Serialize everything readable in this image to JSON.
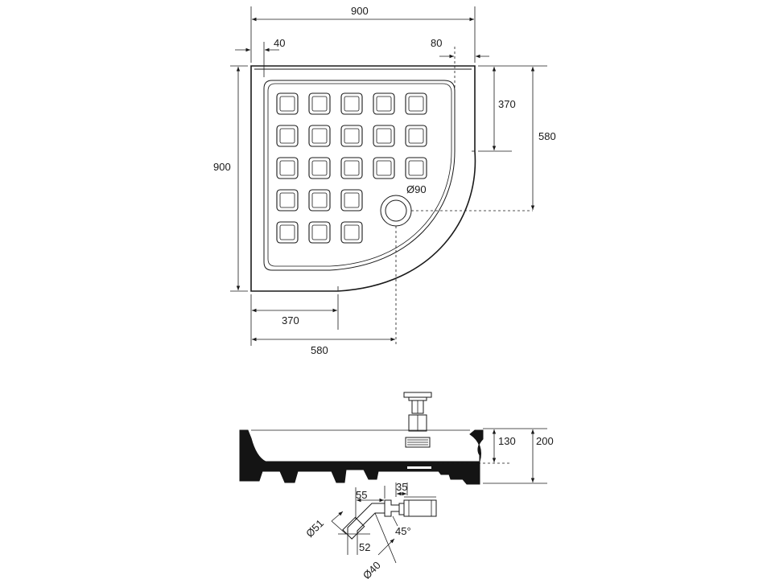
{
  "plan": {
    "dim_width": "900",
    "dim_rim_left": "40",
    "dim_rim_right": "80",
    "dim_height": "900",
    "dim_drain_top": "370",
    "dim_drain_offset_right": "580",
    "dim_drain_left": "370",
    "dim_drain_offset_bottom": "580",
    "drain_label": "Ø90"
  },
  "section": {
    "dim_depth": "130",
    "dim_total_height": "200"
  },
  "waste": {
    "dim_55": "55",
    "dim_35": "35",
    "dim_d51": "Ø51",
    "dim_45": "45°",
    "dim_52": "52",
    "dim_d40": "Ø40"
  },
  "colors": {
    "line": "#1a1a1a",
    "section_fill": "#141414",
    "background": "#ffffff"
  }
}
